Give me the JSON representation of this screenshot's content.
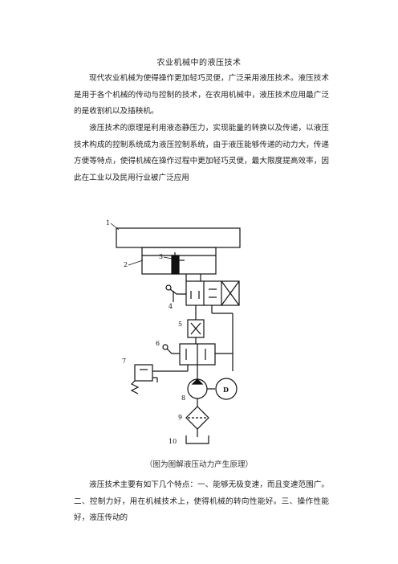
{
  "document": {
    "title": "农业机械中的液压技术",
    "paragraphs": [
      "现代农业机械为使得操作更加轻巧灵便，广泛采用液压技术。液压技术是用于各个机械的传动与控制的技术，在农用机械中，液压技术应用最广泛的是收割机以及插秧机。",
      "液压技术的原理是利用液态静压力，实现能量的转换以及传递，以液压技术构成的控制系统成为液压控制系统，由于液压能够传递的动力大，传递方便等特点，使得机械在操作过程中更加轻巧灵便，最大限度提高效率，因此在工业以及民用行业被广泛应用",
      "液压技术主要有如下几个特点：一、能够无极变速，而且变速范围广。二、控制力好，用在机械技术上，使得机械的转向性能好。三、操作性能好，液压传动的"
    ],
    "caption": "（图为图解液压动力产生原理）"
  },
  "diagram": {
    "labels": [
      "1",
      "2",
      "3",
      "4",
      "5",
      "6",
      "7",
      "8",
      "9",
      "10"
    ],
    "motor_label": "D"
  }
}
